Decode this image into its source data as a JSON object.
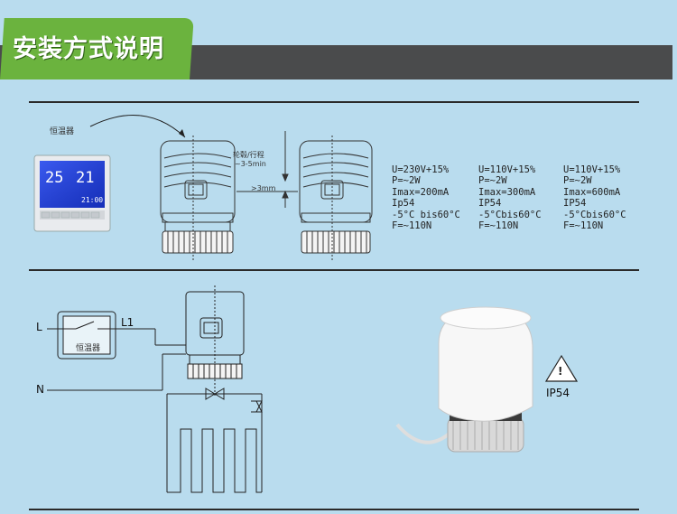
{
  "header": {
    "title": "安装方式说明"
  },
  "diagram1": {
    "thermostat_label": "恒温器",
    "display": {
      "left_value": "25",
      "right_value": "21",
      "time": "21:00"
    },
    "stroke_label_line1": "轮毂/行程",
    "stroke_label_line2": "~3-5min",
    "clearance_label": ">3mm"
  },
  "specs": [
    {
      "voltage": "U=230V+15%",
      "power": "P=~2W",
      "current": "Imax=200mA",
      "protection": "Ip54",
      "temperature": "-5°C bis60°C",
      "force": "F=~110N"
    },
    {
      "voltage": "U=110V+15%",
      "power": "P=~2W",
      "current": "Imax=300mA",
      "protection": "IP54",
      "temperature": "-5°Cbis60°C",
      "force": "F=~110N"
    },
    {
      "voltage": "U=110V+15%",
      "power": "P=~2W",
      "current": "Imax=600mA",
      "protection": "IP54",
      "temperature": "-5°Cbis60°C",
      "force": "F=~110N"
    }
  ],
  "wiring": {
    "live_label": "L",
    "live_out_label": "L1",
    "neutral_label": "N",
    "thermostat_label": "恒温器"
  },
  "product": {
    "rating_label": "IP54",
    "warning_symbol": "!"
  }
}
